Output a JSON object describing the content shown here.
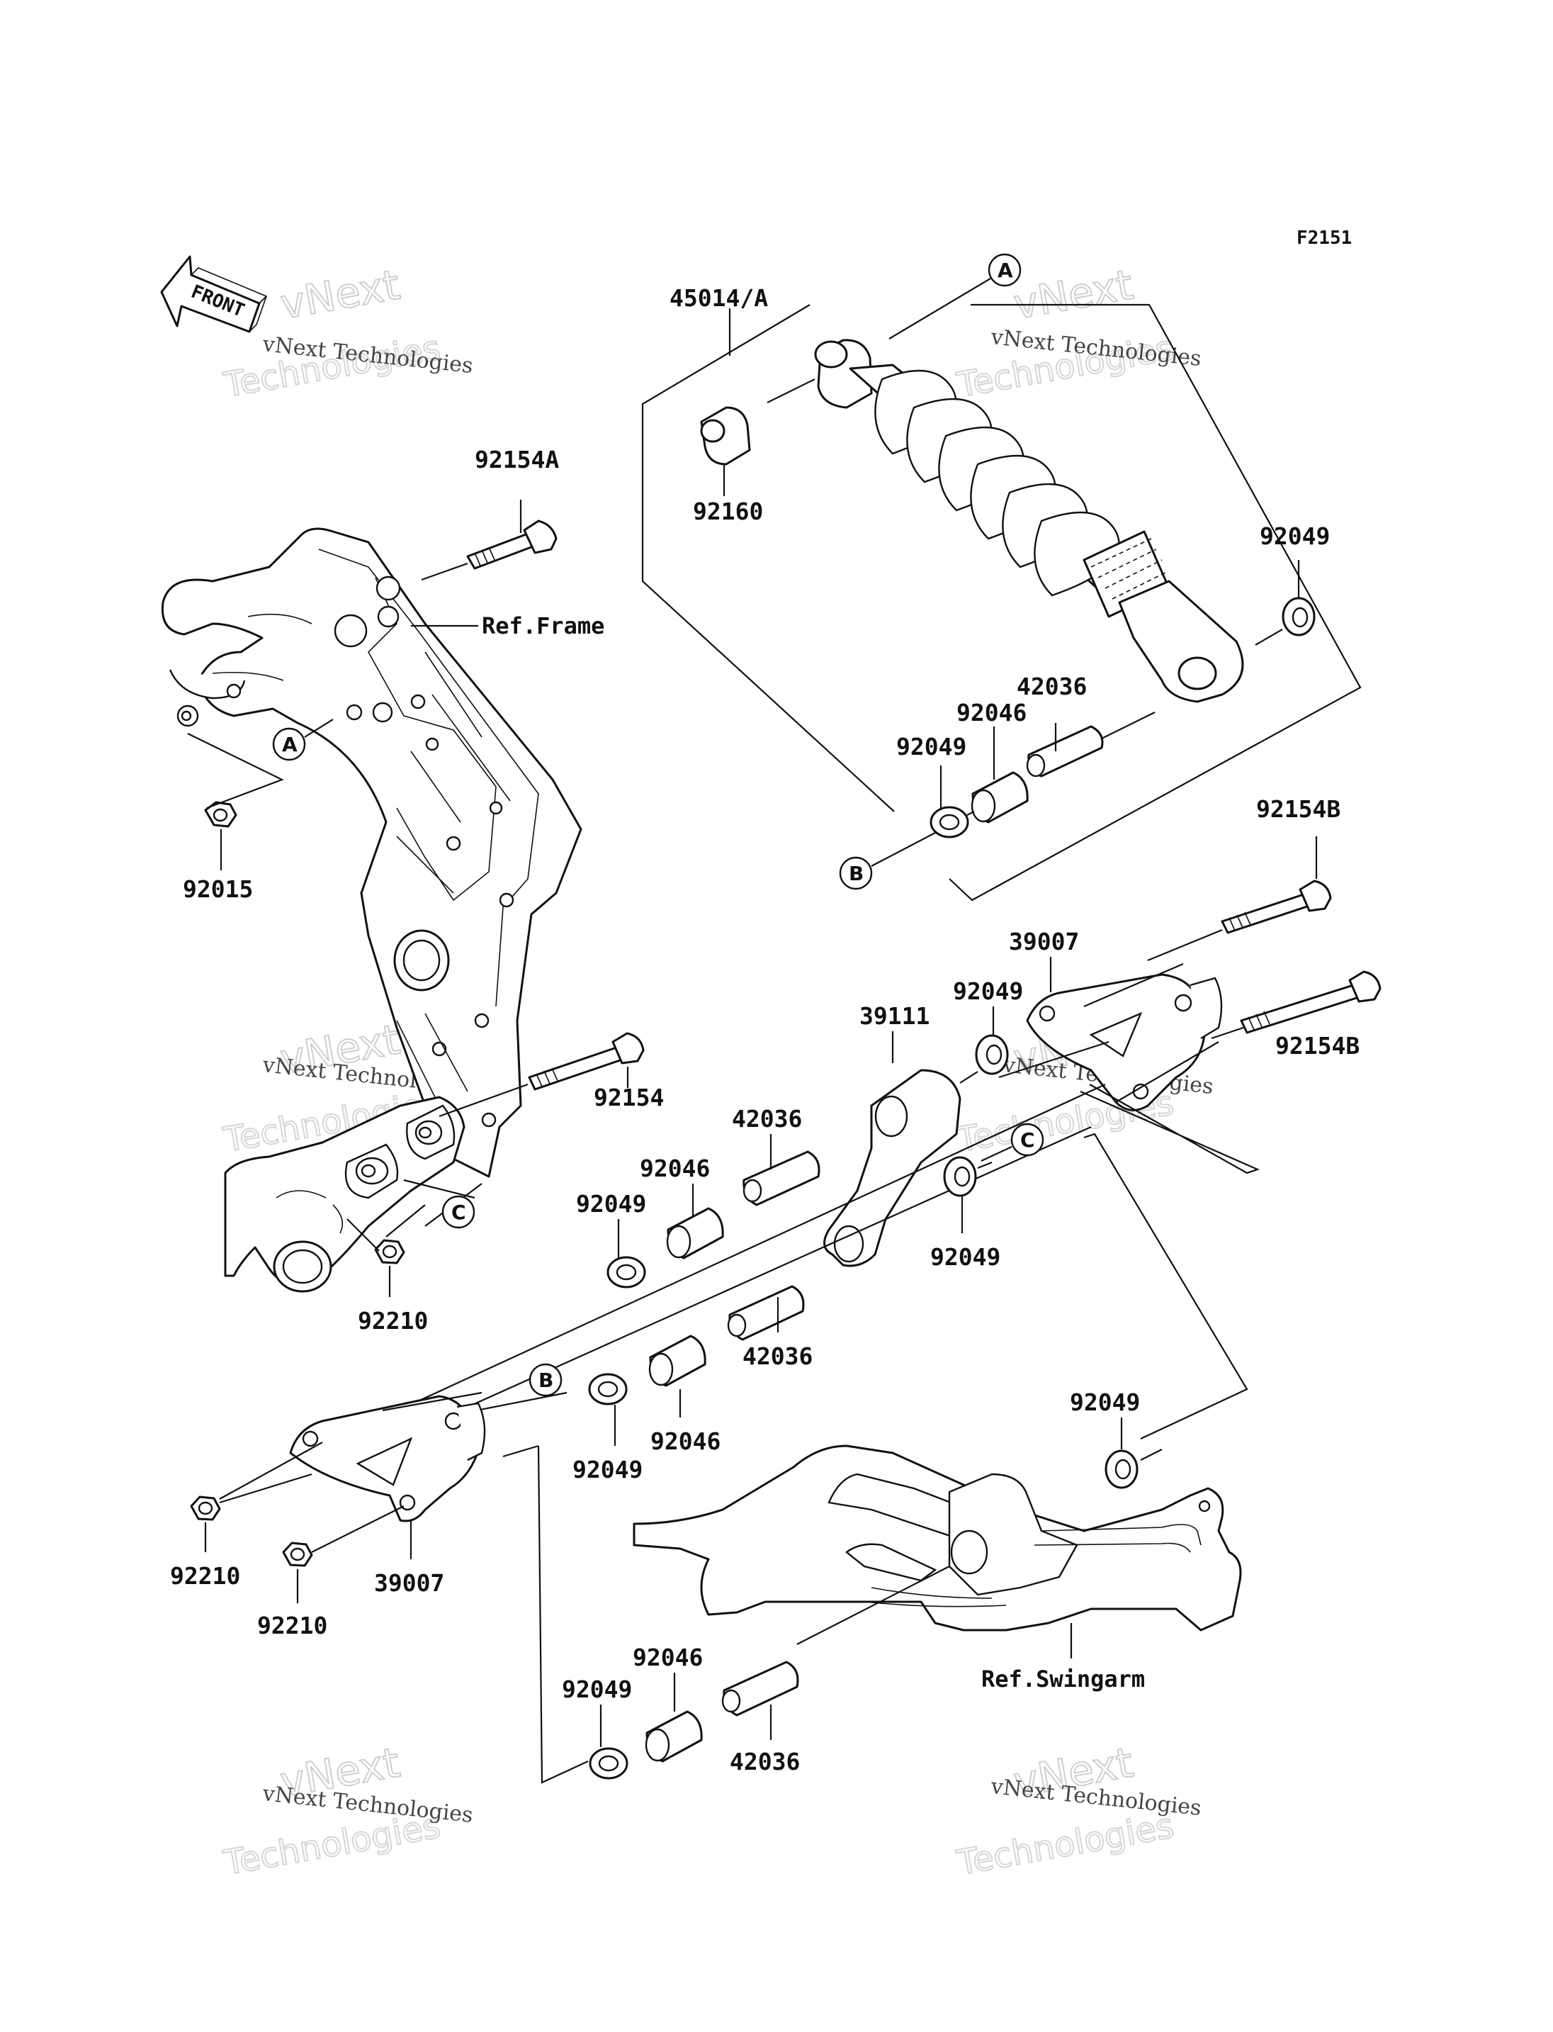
{
  "figure_code": "F2151",
  "front_label": "FRONT",
  "watermark": {
    "company": "vNext Technologies",
    "word1": "vNext",
    "word2": "Technologies"
  },
  "refs": {
    "frame": "Ref.Frame",
    "swingarm": "Ref.Swingarm"
  },
  "callouts": {
    "A": "A",
    "B": "B",
    "C": "C"
  },
  "parts": [
    {
      "id": "p-45014a",
      "number": "45014/A"
    },
    {
      "id": "p-92160",
      "number": "92160"
    },
    {
      "id": "p-92049-a",
      "number": "92049"
    },
    {
      "id": "p-42036-a",
      "number": "42036"
    },
    {
      "id": "p-92046-a",
      "number": "92046"
    },
    {
      "id": "p-92049-b",
      "number": "92049"
    },
    {
      "id": "p-92154a",
      "number": "92154A"
    },
    {
      "id": "p-92015",
      "number": "92015"
    },
    {
      "id": "p-92154b-a",
      "number": "92154B"
    },
    {
      "id": "p-39007-a",
      "number": "39007"
    },
    {
      "id": "p-92049-c",
      "number": "92049"
    },
    {
      "id": "p-92154b-b",
      "number": "92154B"
    },
    {
      "id": "p-39111",
      "number": "39111"
    },
    {
      "id": "p-92154",
      "number": "92154"
    },
    {
      "id": "p-42036-b",
      "number": "42036"
    },
    {
      "id": "p-92046-b",
      "number": "92046"
    },
    {
      "id": "p-92049-d",
      "number": "92049"
    },
    {
      "id": "p-92049-e",
      "number": "92049"
    },
    {
      "id": "p-92210-a",
      "number": "92210"
    },
    {
      "id": "p-42036-c",
      "number": "42036"
    },
    {
      "id": "p-92046-c",
      "number": "92046"
    },
    {
      "id": "p-92049-f",
      "number": "92049"
    },
    {
      "id": "p-92049-g",
      "number": "92049"
    },
    {
      "id": "p-92210-b",
      "number": "92210"
    },
    {
      "id": "p-39007-b",
      "number": "39007"
    },
    {
      "id": "p-92210-c",
      "number": "92210"
    },
    {
      "id": "p-92046-d",
      "number": "92046"
    },
    {
      "id": "p-92049-h",
      "number": "92049"
    },
    {
      "id": "p-42036-d",
      "number": "42036"
    }
  ]
}
